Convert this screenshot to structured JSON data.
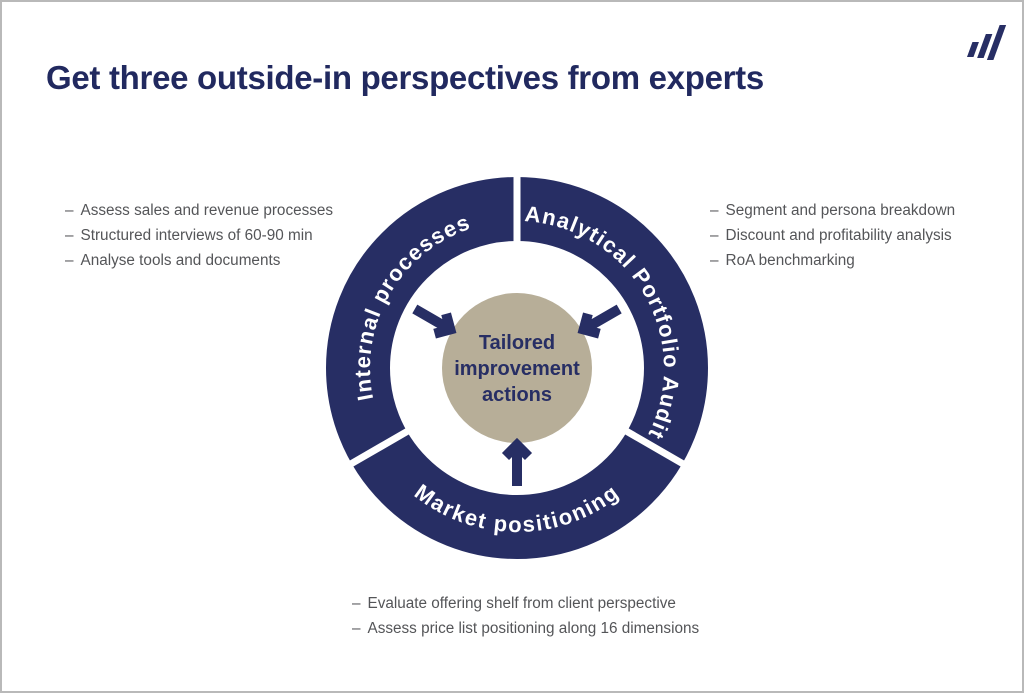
{
  "slide": {
    "title": "Get three outside-in perspectives from experts"
  },
  "logo_icon": "ascending-bar-chart",
  "colors": {
    "navy": "#272e64",
    "title_navy": "#21295f",
    "beige": "#b7ae98",
    "gray_text": "#545558",
    "white": "#ffffff"
  },
  "diagram": {
    "type": "donut-cycle",
    "segments": [
      {
        "label": "Internal processes"
      },
      {
        "label": "Analytical Portfolio Audit"
      },
      {
        "label": "Market positioning"
      }
    ],
    "center": {
      "lines": [
        "Tailored",
        "improvement",
        "actions"
      ]
    }
  },
  "notes": {
    "bullet": "–",
    "left": [
      "Assess sales and revenue processes",
      "Structured interviews of 60-90 min",
      "Analyse tools and documents"
    ],
    "right": [
      "Segment and persona breakdown",
      "Discount and profitability analysis",
      "RoA benchmarking"
    ],
    "bottom": [
      "Evaluate offering shelf from client perspective",
      "Assess price list positioning along 16 dimensions"
    ]
  }
}
